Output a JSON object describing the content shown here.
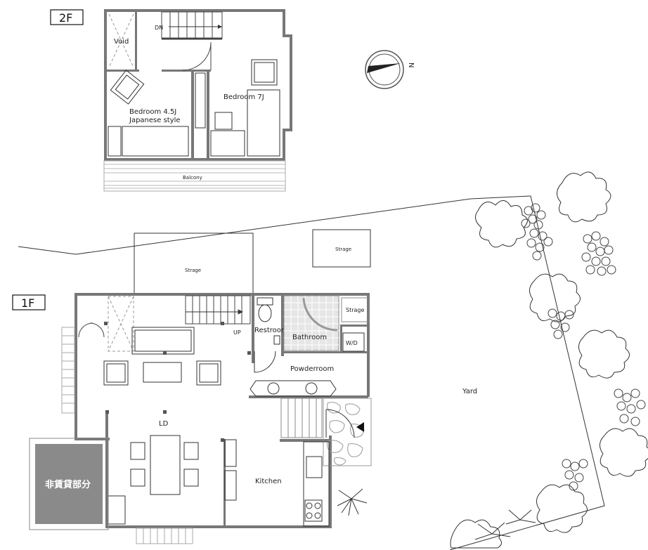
{
  "floors": {
    "upper": "2F",
    "ground": "1F"
  },
  "rooms_2f": {
    "void": "Void",
    "down": "DN",
    "bedroom_45": "Bedroom 4.5J",
    "japanese_style": "Japanese style",
    "bedroom_7": "Bedroom 7J",
    "balcony": "Balcony"
  },
  "rooms_1f": {
    "storage_top": "Strage",
    "storage_left": "Strage",
    "storage_right": "Strage",
    "up": "UP",
    "restroom": "Restroom",
    "bathroom": "Bathroom",
    "wd": "W/D",
    "powderroom": "Powderroom",
    "ld": "LD",
    "kitchen": "Kitchen",
    "non_leased": "非賃貸部分"
  },
  "site": {
    "yard": "Yard",
    "north_mark": "N"
  },
  "colors": {
    "wall": "#777777",
    "non_leased_fill": "#8a8a8a",
    "line": "#333333"
  }
}
